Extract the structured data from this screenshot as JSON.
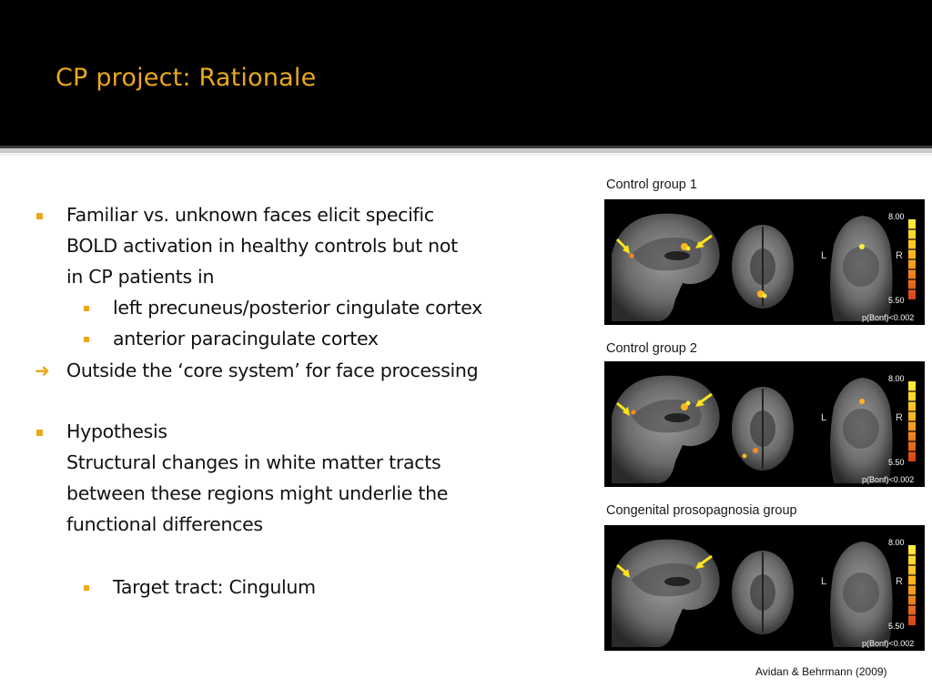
{
  "slide": {
    "title": "CP project: Rationale",
    "citation": "Avidan & Behrmann (2009)"
  },
  "colors": {
    "title": "#e9a81c",
    "bullet": "#e9a81c",
    "header_bg": "#000000"
  },
  "content": {
    "b1_lines": [
      "Familiar vs. unknown faces elicit specific",
      "BOLD activation in healthy controls but not",
      "in CP patients in"
    ],
    "b1_sub": [
      "left precuneus/posterior cingulate cortex",
      "anterior paracingulate cortex"
    ],
    "arrow_line": "Outside the ‘core system’ for face processing",
    "b2_lines": [
      "Hypothesis",
      "Structural changes in white matter tracts",
      "between these regions might underlie the",
      "functional differences"
    ],
    "b3_sub": "Target tract: Cingulum"
  },
  "figure": {
    "panels": [
      {
        "label": "Control group 1",
        "scale_max": "8.00",
        "scale_min": "5.50",
        "pval": "p(Bonf)<0.002",
        "left": "L",
        "right": "R"
      },
      {
        "label": "Control group 2",
        "scale_max": "8.00",
        "scale_min": "5.50",
        "pval": "p(Bonf)<0.002",
        "left": "L",
        "right": "R"
      },
      {
        "label": "Congenital prosopagnosia group",
        "scale_max": "8.00",
        "scale_min": "5.50",
        "pval": "p(Bonf)<0.002",
        "left": "L",
        "right": "R"
      }
    ]
  }
}
